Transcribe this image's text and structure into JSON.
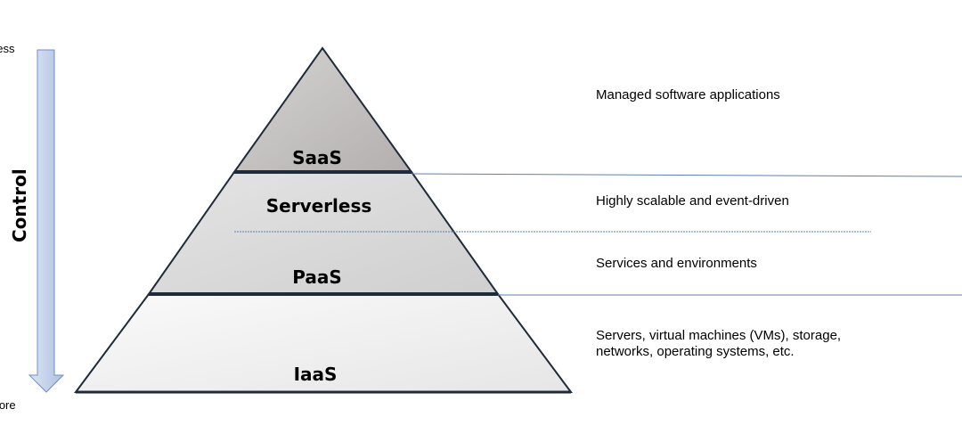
{
  "control_axis": {
    "title": "Control",
    "top_label": "Less",
    "bottom_label": "More"
  },
  "layers": [
    {
      "name": "SaaS",
      "description": "Managed software applications"
    },
    {
      "name": "Serverless",
      "description": "Highly scalable and event-driven"
    },
    {
      "name": "PaaS",
      "description": "Services and environments"
    },
    {
      "name": "IaaS",
      "description": "Servers, virtual machines (VMs), storage, networks, operating systems, etc."
    }
  ],
  "colors": {
    "saas_fill": "#c4c1c1",
    "mid_fill": "#d9d9d9",
    "iaas_fill": "#f0f0f0",
    "outline": "#1f2a3a",
    "arrow_fill": "#c5d3ec",
    "arrow_stroke": "#6f8fc4",
    "divider": "#5c7fb3"
  }
}
